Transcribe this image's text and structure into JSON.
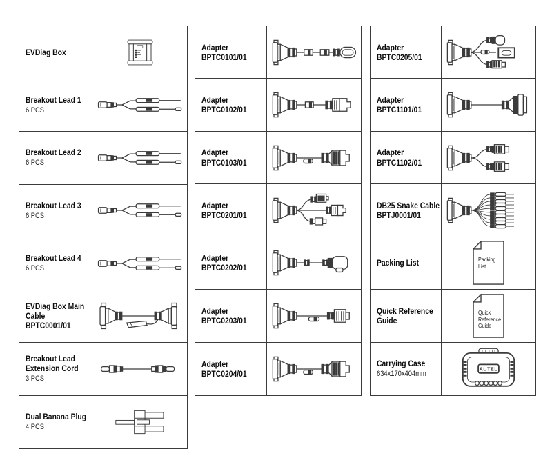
{
  "colors": {
    "background": "#ffffff",
    "line_art": "#3b3b3b",
    "text": "#0d0d0d"
  },
  "tables": [
    {
      "name": "left-column",
      "rows": [
        {
          "title": "EVDiag Box",
          "icon": "evdiag-box-illustration"
        },
        {
          "title": "Breakout Lead 1",
          "qty": "6 PCS",
          "icon": "breakout-lead-illustration"
        },
        {
          "title": "Breakout Lead 2",
          "qty": "6 PCS",
          "icon": "breakout-lead-illustration"
        },
        {
          "title": "Breakout Lead 3",
          "qty": "6 PCS",
          "icon": "breakout-lead-illustration"
        },
        {
          "title": "Breakout Lead 4",
          "qty": "6 PCS",
          "icon": "breakout-lead-illustration"
        },
        {
          "title": "EVDiag Box Main Cable",
          "code": "BPTC0001/01",
          "icon": "main-cable-illustration"
        },
        {
          "title": "Breakout Lead Extension Cord",
          "qty": "3 PCS",
          "icon": "extension-cord-illustration"
        },
        {
          "title": "Dual Banana Plug",
          "qty": "4 PCS",
          "icon": "dual-banana-plug-illustration"
        }
      ]
    },
    {
      "name": "middle-column",
      "rows": [
        {
          "title": "Adapter",
          "code": "BPTC0101/01",
          "icon": "adapter-round-plug-illustration"
        },
        {
          "title": "Adapter",
          "code": "BPTC0102/01",
          "icon": "adapter-obd-plug-illustration"
        },
        {
          "title": "Adapter",
          "code": "BPTC0103/01",
          "icon": "adapter-obd-plug-large-illustration"
        },
        {
          "title": "Adapter",
          "code": "BPTC0201/01",
          "icon": "adapter-three-way-illustration"
        },
        {
          "title": "Adapter",
          "code": "BPTC0202/01",
          "icon": "adapter-gun-plug-illustration"
        },
        {
          "title": "Adapter",
          "code": "BPTC0203/01",
          "icon": "adapter-square-plug-illustration"
        },
        {
          "title": "Adapter",
          "code": "BPTC0204/01",
          "icon": "adapter-obd-plug-large-illustration"
        }
      ]
    },
    {
      "name": "right-column",
      "rows": [
        {
          "title": "Adapter",
          "code": "BPTC0205/01",
          "icon": "adapter-three-split-illustration"
        },
        {
          "title": "Adapter",
          "code": "BPTC1101/01",
          "icon": "adapter-db25-illustration"
        },
        {
          "title": "Adapter",
          "code": "BPTC1102/01",
          "icon": "adapter-two-split-illustration"
        },
        {
          "title": "DB25 Snake Cable",
          "code": "BPTJ0001/01",
          "icon": "snake-cable-illustration"
        },
        {
          "title": "Packing List",
          "icon": "packing-list-document-icon",
          "doc_text": "Packing\nList"
        },
        {
          "title": "Quick Reference Guide",
          "icon": "quick-reference-guide-document-icon",
          "doc_text": "Quick\nReference\nGuide"
        },
        {
          "title": "Carrying Case",
          "dimensions": "634x170x404mm",
          "icon": "carrying-case-illustration",
          "brand": "AUTEL"
        }
      ]
    }
  ]
}
